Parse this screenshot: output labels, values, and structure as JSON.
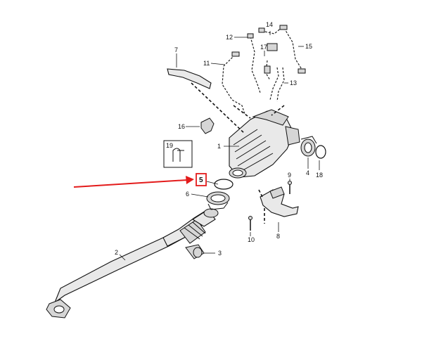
{
  "highlight": {
    "label": "5",
    "arrow_color": "#e31b1b",
    "box_color": "#e31b1b"
  },
  "inset_label": "19",
  "callouts": [
    "1",
    "2",
    "3",
    "4",
    "6",
    "7",
    "8",
    "9",
    "10",
    "11",
    "12",
    "13",
    "14",
    "15",
    "16",
    "17",
    "18"
  ],
  "colors": {
    "line": "#111111",
    "part_fill": "#e9e9e9",
    "background": "#ffffff"
  }
}
